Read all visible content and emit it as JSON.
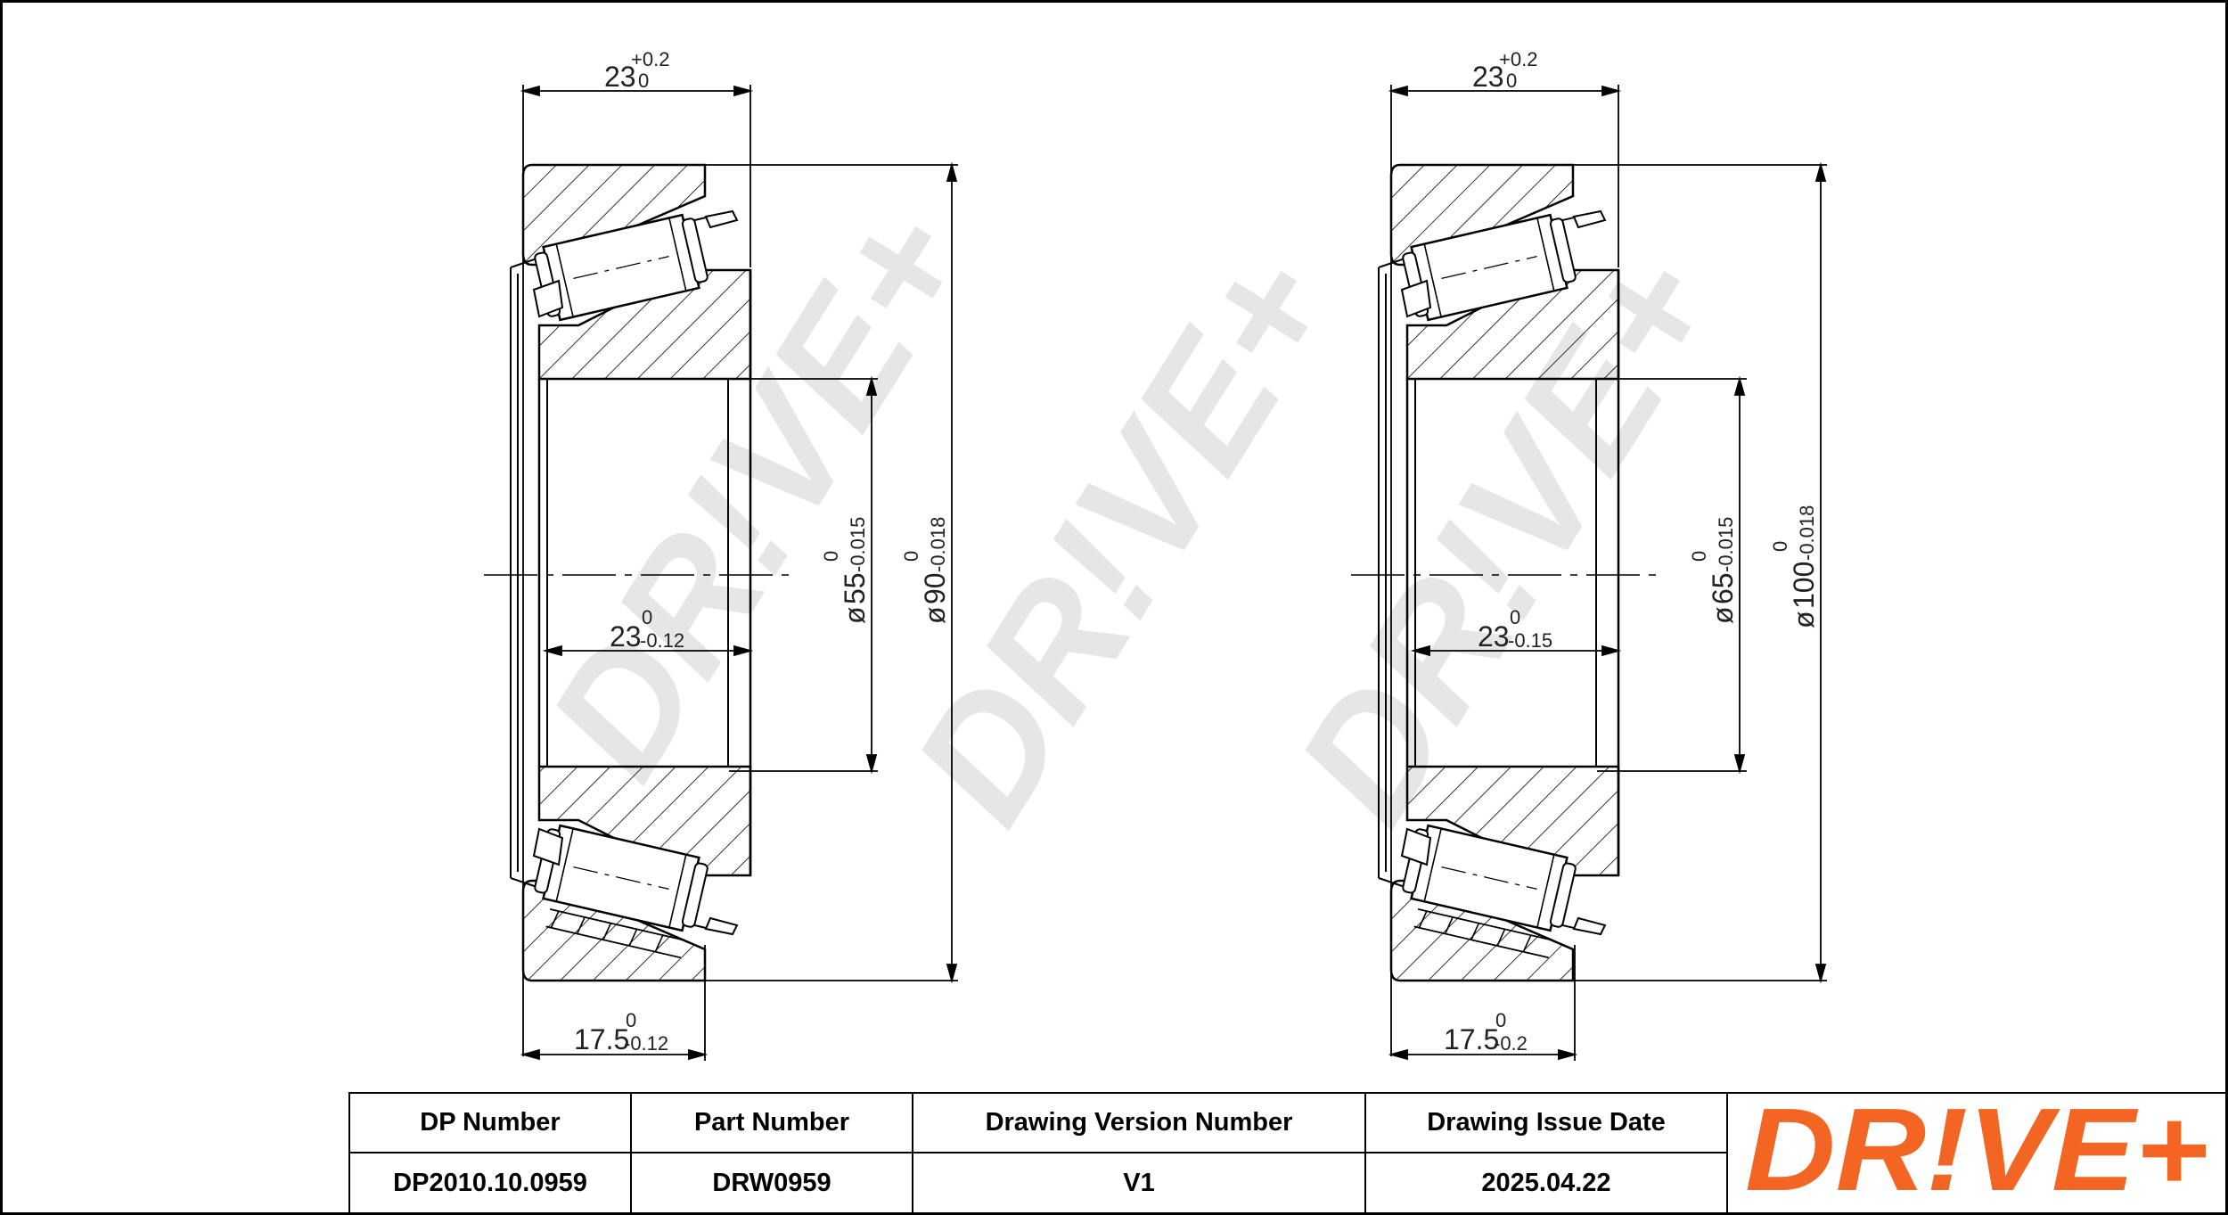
{
  "watermark": "DR!VE+",
  "drawings": [
    {
      "width_top": {
        "base": "23",
        "upper": "+0.2",
        "lower": "0"
      },
      "inner_width": {
        "base": "23",
        "upper": "0",
        "lower": "-0.12"
      },
      "width_bottom": {
        "base": "17.5",
        "upper": "0",
        "lower": "-0.12"
      },
      "bore": {
        "prefix": "ø",
        "base": "55",
        "upper": "0",
        "lower": "-0.015"
      },
      "outer": {
        "prefix": "ø",
        "base": "90",
        "upper": "0",
        "lower": "-0.018"
      }
    },
    {
      "width_top": {
        "base": "23",
        "upper": "+0.2",
        "lower": "0"
      },
      "inner_width": {
        "base": "23",
        "upper": "0",
        "lower": "-0.15"
      },
      "width_bottom": {
        "base": "17.5",
        "upper": "0",
        "lower": "-0.2"
      },
      "bore": {
        "prefix": "ø",
        "base": "65",
        "upper": "0",
        "lower": "-0.015"
      },
      "outer": {
        "prefix": "ø",
        "base": "100",
        "upper": "0",
        "lower": "-0.018"
      }
    }
  ],
  "title_block": {
    "headers": [
      "DP Number",
      "Part Number",
      "Drawing Version Number",
      "Drawing Issue Date"
    ],
    "values": [
      "DP2010.10.0959",
      "DRW0959",
      "V1",
      "2025.04.22"
    ]
  },
  "logo": {
    "text": "DR!VE+",
    "color": "#f26522"
  },
  "colors": {
    "line": "#000000",
    "watermark": "#e6e6e6"
  }
}
